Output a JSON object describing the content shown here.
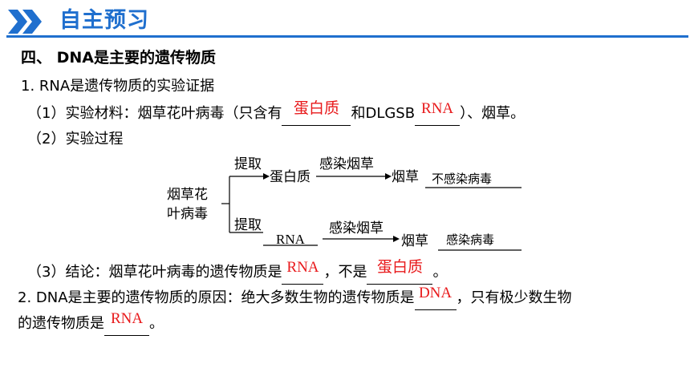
{
  "header": {
    "title": "自主预习",
    "accent_color": "#1f6fce",
    "icon": "double-chevron-right-icon"
  },
  "section": {
    "title": "四、 DNA是主要的遗传物质"
  },
  "item1": {
    "heading": "1. RNA是遗传物质的实验证据",
    "materials": {
      "prefix": "（1）实验材料：烟草花叶病毒（只含有",
      "blank1_answer": "蛋白质",
      "middle": "和DLGSB",
      "blank2_answer": "RNA",
      "suffix": "）、烟草。"
    },
    "process_label": "（2）实验过程",
    "conclusion": {
      "prefix": "（3）结论：烟草花叶病毒的遗传物质是",
      "blank1_answer": "RNA",
      "middle": "，不是",
      "blank2_answer": "蛋白质",
      "suffix": "。"
    }
  },
  "diagram": {
    "source": [
      "烟草花",
      "叶病毒"
    ],
    "branch_top": {
      "extract_label": "提取",
      "component": "蛋白质",
      "infect_label": "感染烟草",
      "target": "烟草",
      "result": "不感染病毒"
    },
    "branch_bottom": {
      "extract_label": "提取",
      "component": "RNA",
      "infect_label": "感染烟草",
      "target": "烟草",
      "result": "感染病毒"
    }
  },
  "item2": {
    "prefix": "2. DNA是主要的遗传物质的原因：绝大多数生物的遗传物质是",
    "blank1_answer": "DNA",
    "middle": "，只有极少数生物",
    "line2_prefix": "的遗传物质是",
    "blank2_answer": "RNA",
    "line2_suffix": "。"
  },
  "answer_color": "#e8191b"
}
